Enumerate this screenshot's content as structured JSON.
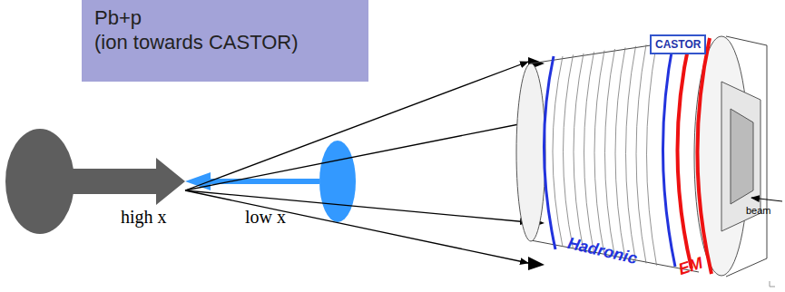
{
  "diagram": {
    "nodes": [
      {
        "text": [
          "Pb+p",
          "(ion towards CASTOR)"
        ]
      },
      {
        "text": [
          "CASTOR"
        ]
      }
    ],
    "labels": [
      "high x",
      "low x",
      "Hadronic",
      "EM",
      "beam"
    ]
  }
}
